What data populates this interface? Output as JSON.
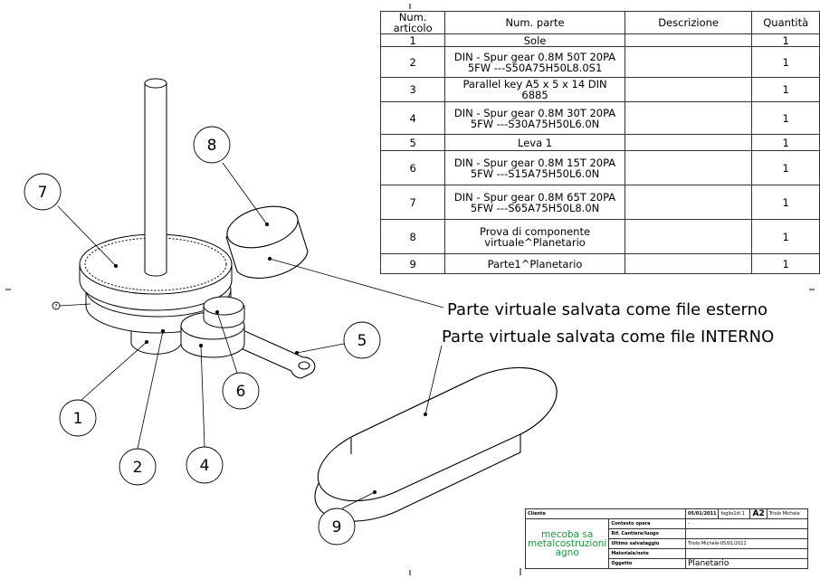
{
  "bom": {
    "headers": [
      "Num. articolo",
      "Num. parte",
      "Descrizione",
      "Quantità"
    ],
    "rows": [
      {
        "num": "1",
        "part": "Sole",
        "desc": "",
        "qty": "1"
      },
      {
        "num": "2",
        "part": "DIN - Spur gear 0.8M 50T 20PA 5FW ---S50A75H50L8.0S1",
        "desc": "",
        "qty": "1"
      },
      {
        "num": "3",
        "part": "Parallel key A5 x 5 x 14 DIN 6885",
        "desc": "",
        "qty": "1"
      },
      {
        "num": "4",
        "part": "DIN - Spur gear 0.8M 30T 20PA 5FW ---S30A75H50L6.0N",
        "desc": "",
        "qty": "1"
      },
      {
        "num": "5",
        "part": "Leva 1",
        "desc": "",
        "qty": "1"
      },
      {
        "num": "6",
        "part": "DIN - Spur gear 0.8M 15T 20PA 5FW ---S15A75H50L6.0N",
        "desc": "",
        "qty": "1"
      },
      {
        "num": "7",
        "part": "DIN - Spur gear 0.8M 65T 20PA 5FW ---S65A75H50L8.0N",
        "desc": "",
        "qty": "1"
      },
      {
        "num": "8",
        "part": "Prova di componente virtuale^Planetario",
        "desc": "",
        "qty": "1"
      },
      {
        "num": "9",
        "part": "Parte1^Planetario",
        "desc": "",
        "qty": "1"
      }
    ]
  },
  "notes": {
    "external": "Parte virtuale salvata come file esterno",
    "internal": "Parte virtuale salvata come file INTERNO"
  },
  "balloons": [
    "7",
    "8",
    "5",
    "6",
    "1",
    "2",
    "4",
    "9",
    "7"
  ],
  "title_block": {
    "cliente_label": "Cliente",
    "date": "05/01/2011",
    "sheet": "foglio1di 1",
    "format": "A2",
    "author": "Triolo Michele",
    "company": "mecoba sa metalcostruzioni agno",
    "contesto_label": "Contesto opera",
    "contesto_value": "-",
    "rif_label": "Rif. Cantiere/luogo",
    "ultimo_label": "Ultimo salvataggio",
    "ultimo_value": "Triolo Michele-05/01/2011",
    "materiale_label": "Materiale/note",
    "oggetto_label": "Oggetto",
    "oggetto_value": "Planetario"
  },
  "colors": {
    "line": "#000000",
    "logo": "#1a9b3a"
  }
}
